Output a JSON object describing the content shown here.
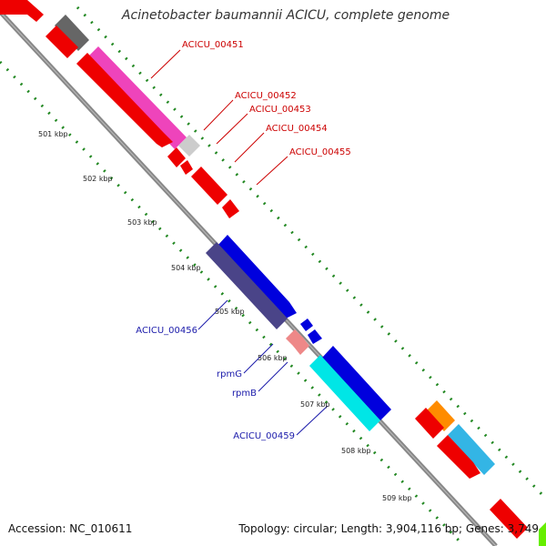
{
  "title": "Acinetobacter baumannii ACICU, complete genome",
  "footer": {
    "accession": "Accession: NC_010611",
    "topology": "Topology: circular; Length: 3,904,116 bp; Genes: 3,749"
  },
  "ticks": [
    "501 kbp",
    "502 kbp",
    "503 kbp",
    "504 kbp",
    "505 kbp",
    "506 kbp",
    "507 kbp",
    "508 kbp",
    "509 kbp"
  ],
  "gene_labels": [
    {
      "id": "acicu-00451",
      "text": "ACICU_00451",
      "color": "#cc0000"
    },
    {
      "id": "acicu-00452",
      "text": "ACICU_00452",
      "color": "#cc0000"
    },
    {
      "id": "acicu-00453",
      "text": "ACICU_00453",
      "color": "#cc0000"
    },
    {
      "id": "acicu-00454",
      "text": "ACICU_00454",
      "color": "#cc0000"
    },
    {
      "id": "acicu-00455",
      "text": "ACICU_00455",
      "color": "#cc0000"
    },
    {
      "id": "acicu-00456",
      "text": "ACICU_00456",
      "color": "#1a1aaa"
    },
    {
      "id": "rpmg",
      "text": "rpmG",
      "color": "#1a1aaa"
    },
    {
      "id": "rpmb",
      "text": "rpmB",
      "color": "#1a1aaa"
    },
    {
      "id": "acicu-00459",
      "text": "ACICU_00459",
      "color": "#1a1aaa"
    }
  ],
  "colors": {
    "backbone": "#888888",
    "tick_dots": "#228822",
    "red_gene": "#ee0000",
    "magenta_gene": "#ee44bb",
    "gray_gene": "#666666",
    "light_gray_gene": "#cccccc",
    "blue_gene": "#0000dd",
    "navy_gene": "#4a4488",
    "pink_gene": "#ee8888",
    "cyan_gene": "#00e6e6",
    "orange_gene": "#ff8c00",
    "sky_gene": "#33b5e5",
    "green_gene": "#66ee00"
  }
}
